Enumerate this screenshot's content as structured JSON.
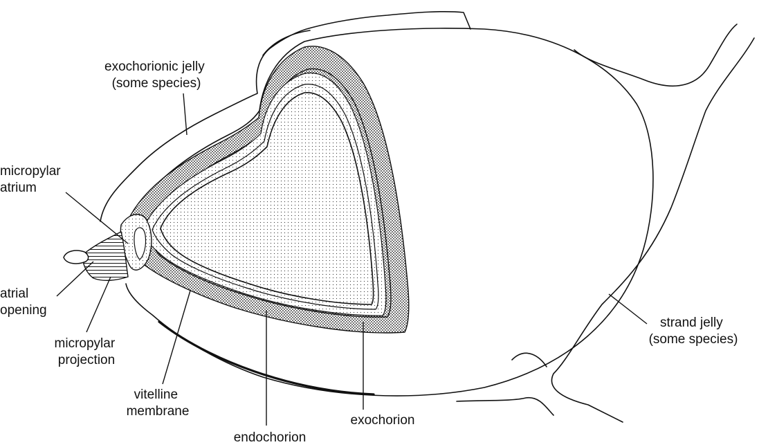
{
  "labels": {
    "exochorionic_jelly": [
      "exochorionic jelly",
      "(some species)"
    ],
    "micropylar_atrium": [
      "micropylar",
      "atrium"
    ],
    "atrial_opening": [
      "atrial",
      "opening"
    ],
    "micropylar_projection": [
      "micropylar",
      "projection"
    ],
    "vitelline_membrane": [
      "vitelline",
      "membrane"
    ],
    "endochorion": "endochorion",
    "exochorion": "exochorion",
    "strand_jelly": [
      "strand jelly",
      "(some species)"
    ]
  },
  "colors": {
    "ink": "#111111",
    "background": "#ffffff"
  }
}
